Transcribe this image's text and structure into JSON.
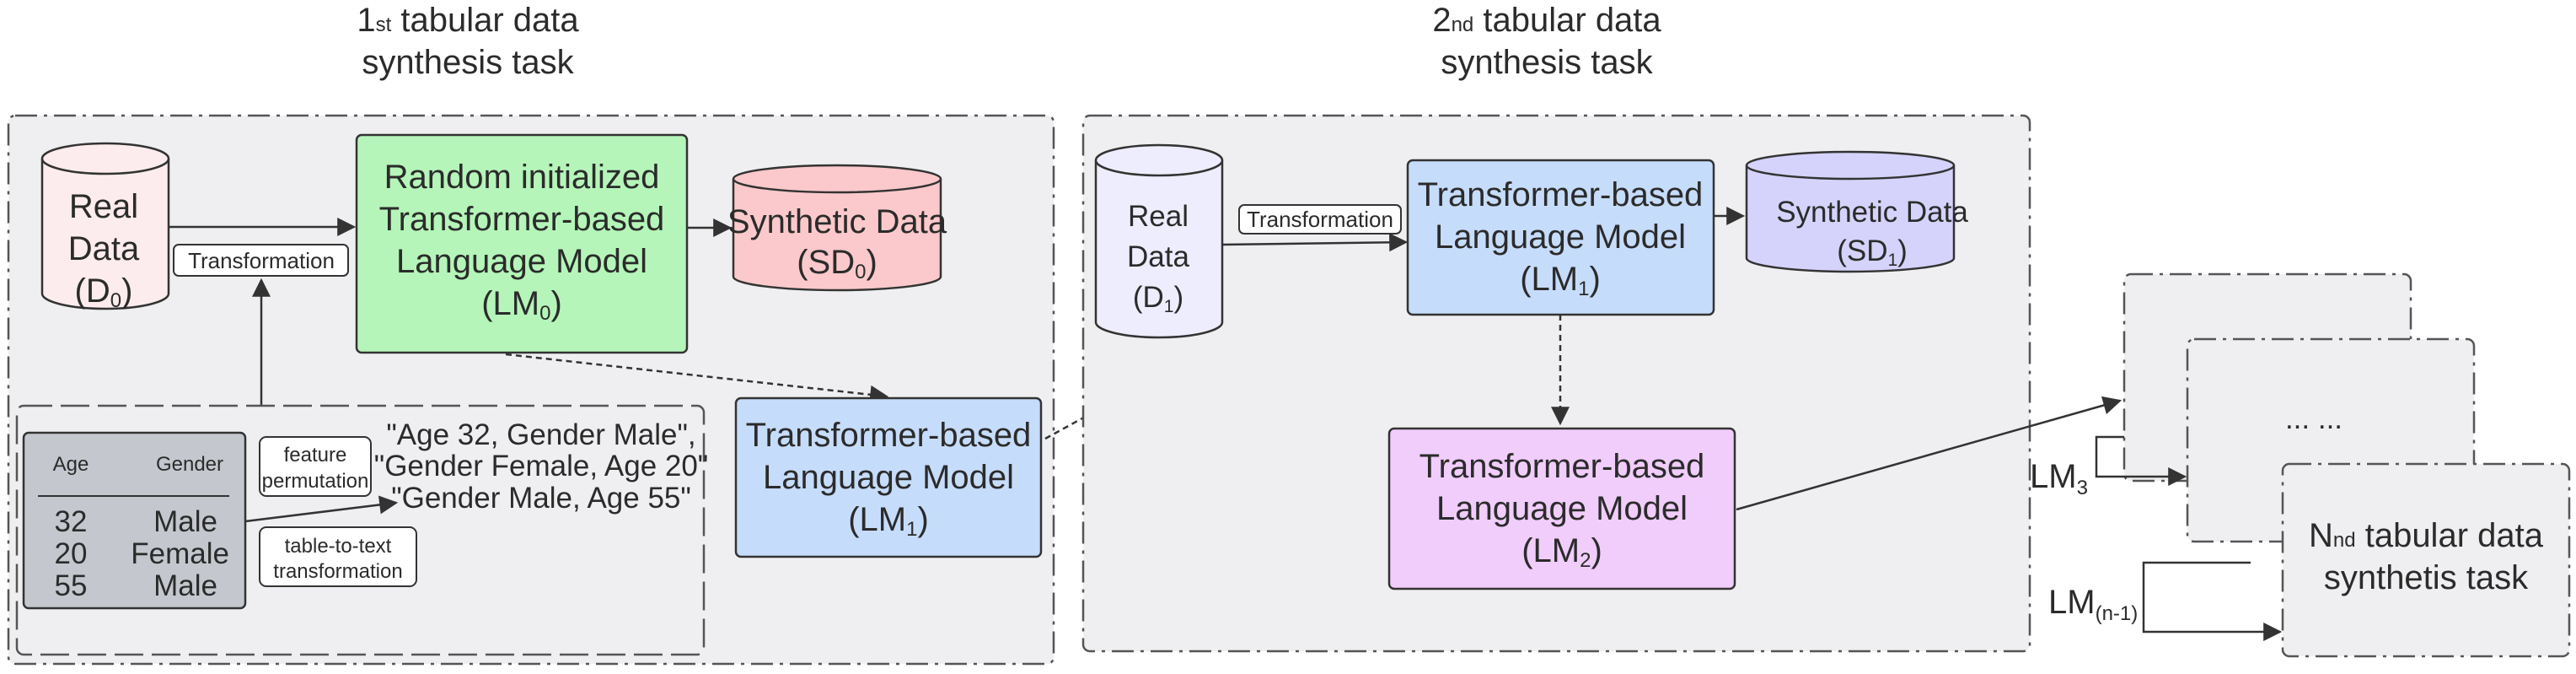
{
  "task1": {
    "title_prefix": "1",
    "title_ordinal": "st",
    "title_rest": " tabular data",
    "title_line2": "synthesis task",
    "real_data": {
      "line1": "Real",
      "line2": "Data",
      "open": "(D",
      "sub": "0",
      "close": ")"
    },
    "transformation": "Transformation",
    "random_lm": {
      "line1": "Random initialized",
      "line2": "Transformer-based",
      "line3": "Language Model",
      "open": "(LM",
      "sub": "0",
      "close": ")"
    },
    "synthetic": {
      "line1": "Synthetic Data",
      "open": "(SD",
      "sub": "0",
      "close": ")"
    },
    "trained_lm": {
      "line1": "Transformer-based",
      "line2": "Language Model",
      "open": "(LM",
      "sub": "1",
      "close": ")"
    },
    "table": {
      "headers": [
        "Age",
        "Gender"
      ],
      "rows": [
        [
          "32",
          "Male"
        ],
        [
          "20",
          "Female"
        ],
        [
          "55",
          "Male"
        ]
      ]
    },
    "feature_permutation": {
      "line1": "feature",
      "line2": "permutation"
    },
    "table_to_text": {
      "line1": "table-to-text",
      "line2": "transformation"
    },
    "sentences": [
      "\"Age 32, Gender Male\",",
      "\"Gender Female, Age 20\"",
      "\"Gender Male, Age 55\""
    ]
  },
  "task2": {
    "title_prefix": "2",
    "title_ordinal": "nd",
    "title_rest": " tabular data",
    "title_line2": "synthesis task",
    "real_data": {
      "line1": "Real",
      "line2": "Data",
      "open": "(D",
      "sub": "1",
      "close": ")"
    },
    "transformation": "Transformation",
    "lm1": {
      "line1": "Transformer-based",
      "line2": "Language Model",
      "open": "(LM",
      "sub": "1",
      "close": ")"
    },
    "synthetic": {
      "line1": "Synthetic Data",
      "open": "(SD",
      "sub": "1",
      "close": ")"
    },
    "lm2": {
      "line1": "Transformer-based",
      "line2": "Language Model",
      "open": "(LM",
      "sub": "2",
      "close": ")"
    }
  },
  "taskN": {
    "ellipsis": "... ...",
    "lm3_main": "LM",
    "lm3_sub": "3",
    "lmn_main": "LM",
    "lmn_sub": "(n-1)",
    "title_prefix": "N",
    "title_ordinal": "nd",
    "title_rest": " tabular data",
    "title_line2": "synthetis task"
  },
  "colors": {
    "panel_fill": "#efeff1",
    "real_d0": "#fdeced",
    "random_lm": "#b5f5b9",
    "synthetic_sd0": "#fbc9cb",
    "lm_blue": "#c6dcfb",
    "table_fill": "#c4c8ce",
    "real_d1": "#eeedfd",
    "synthetic_sd1": "#d5d3fb",
    "lm2_purple": "#f1cdfb",
    "stroke": "#3a3a3a"
  }
}
